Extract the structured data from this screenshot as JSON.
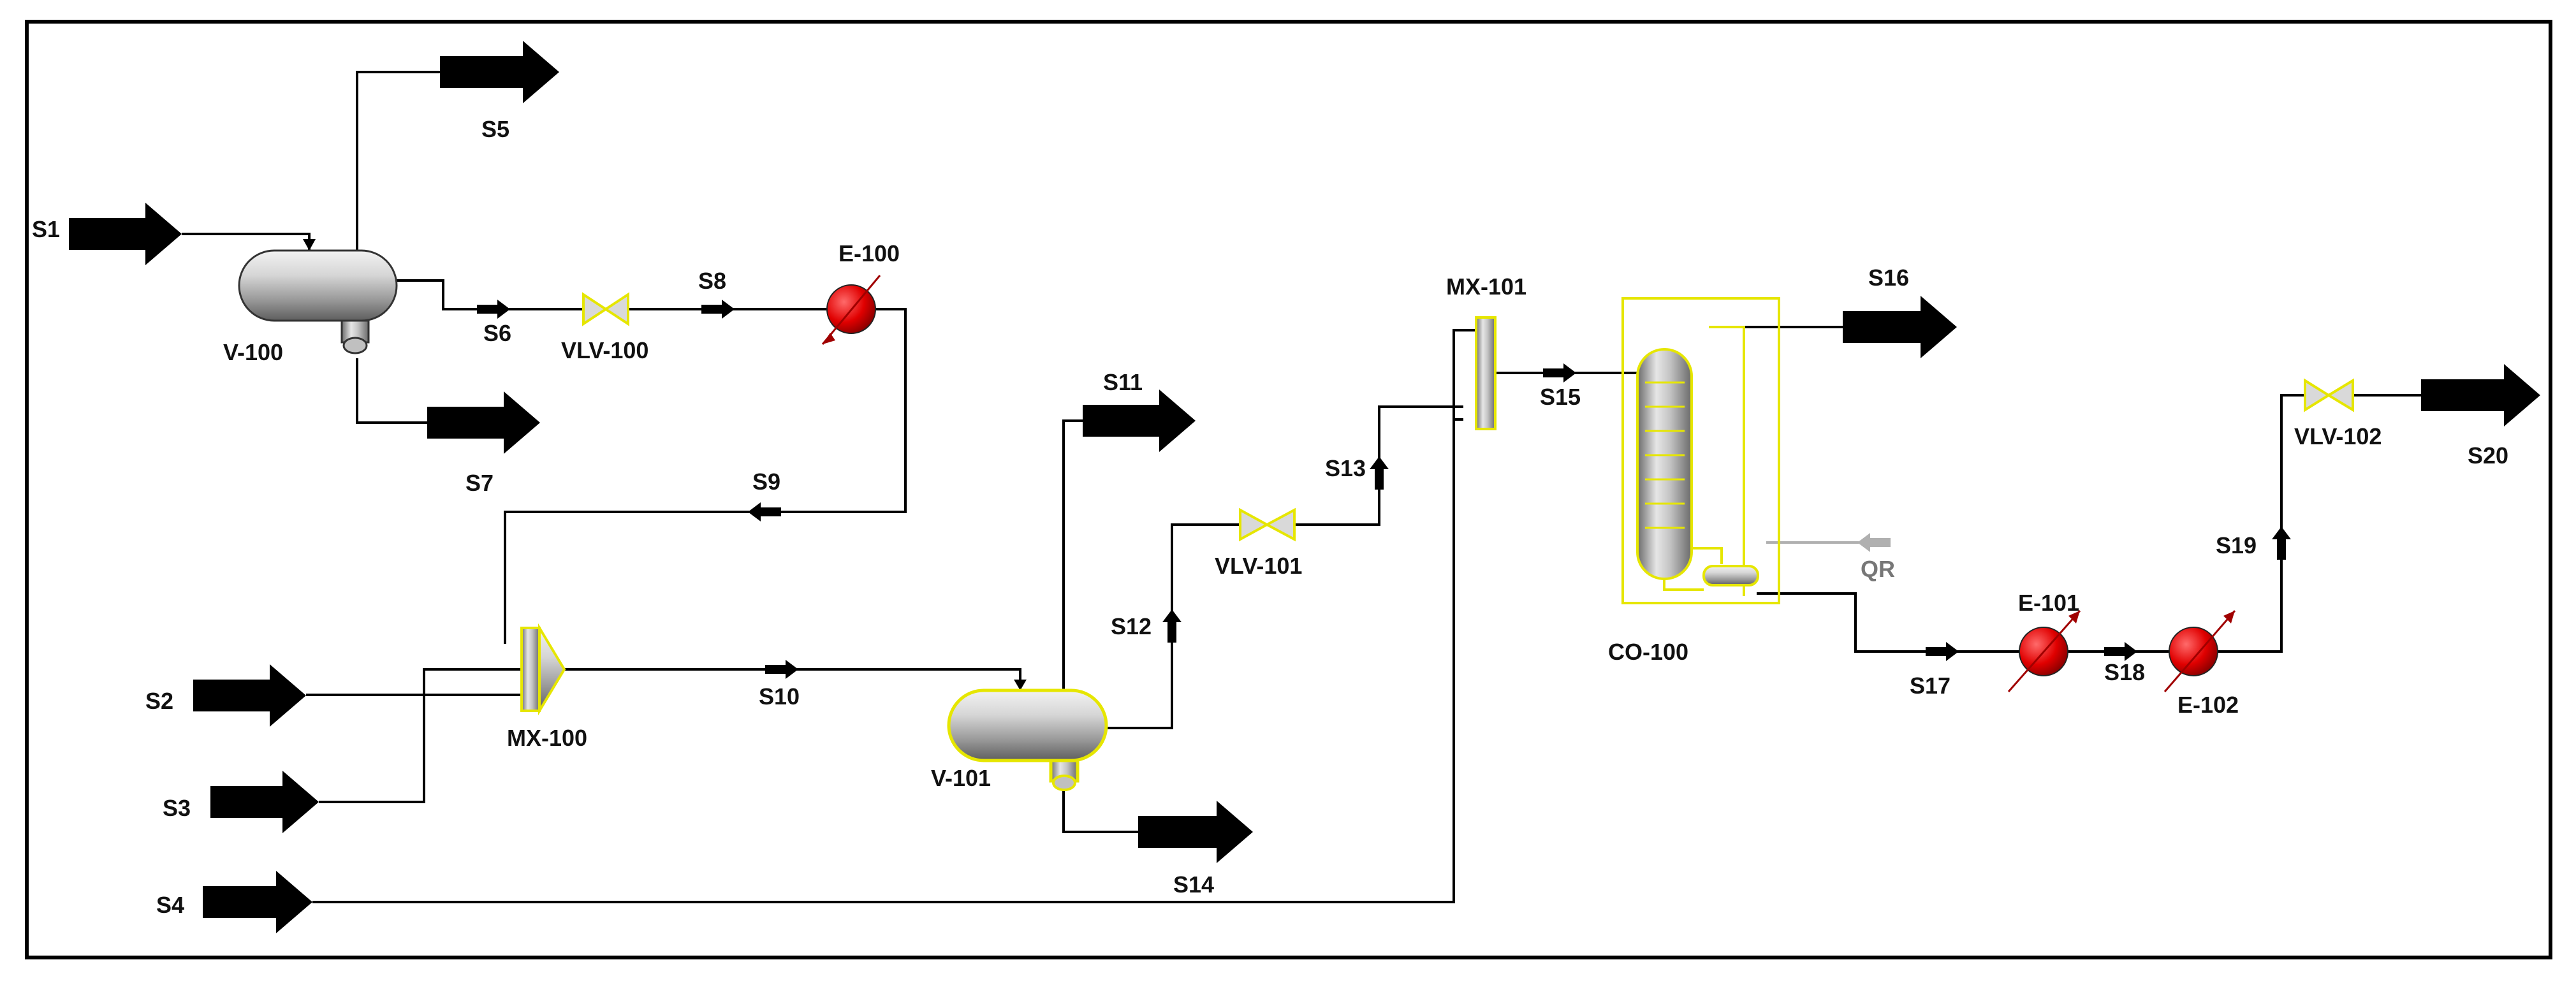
{
  "colors": {
    "frame": "#000000",
    "stream": "#000000",
    "selection": "#e6e600",
    "heater": "#e00000",
    "vessel": "#bdbdbd",
    "energy_stream": "#b0b0b0"
  },
  "units": {
    "v100": "V-100",
    "v101": "V-101",
    "vlv100": "VLV-100",
    "vlv101": "VLV-101",
    "vlv102": "VLV-102",
    "e100": "E-100",
    "e101": "E-101",
    "e102": "E-102",
    "mx100": "MX-100",
    "mx101": "MX-101",
    "co100": "CO-100"
  },
  "streams": {
    "s1": "S1",
    "s2": "S2",
    "s3": "S3",
    "s4": "S4",
    "s5": "S5",
    "s6": "S6",
    "s7": "S7",
    "s8": "S8",
    "s9": "S9",
    "s10": "S10",
    "s11": "S11",
    "s12": "S12",
    "s13": "S13",
    "s14": "S14",
    "s15": "S15",
    "s16": "S16",
    "s17": "S17",
    "s18": "S18",
    "s19": "S19",
    "s20": "S20",
    "qr": "QR"
  }
}
